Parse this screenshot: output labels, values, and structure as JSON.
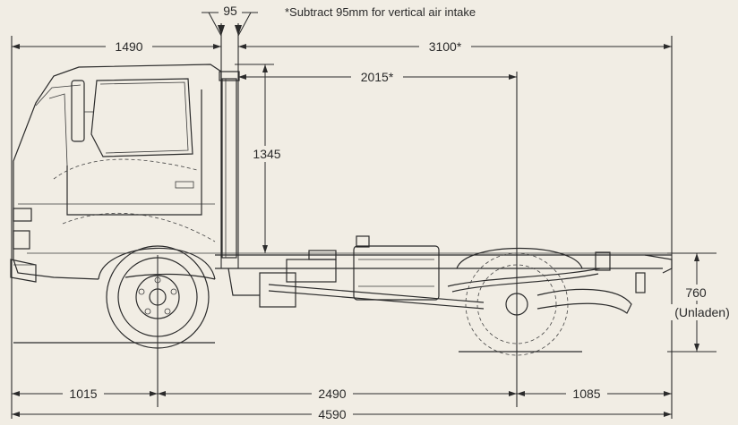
{
  "note": "*Subtract 95mm for vertical air intake",
  "dimensions": {
    "intake_offset": "95",
    "front_overhang_cab": "1490",
    "cab_to_rear_axle_end": "3100*",
    "cab_to_rear_axle": "2015*",
    "cab_height": "1345",
    "frame_height": "760",
    "frame_height_note": "(Unladen)",
    "front_overhang": "1015",
    "wheelbase": "2490",
    "rear_overhang": "1085",
    "overall_length": "4590"
  }
}
